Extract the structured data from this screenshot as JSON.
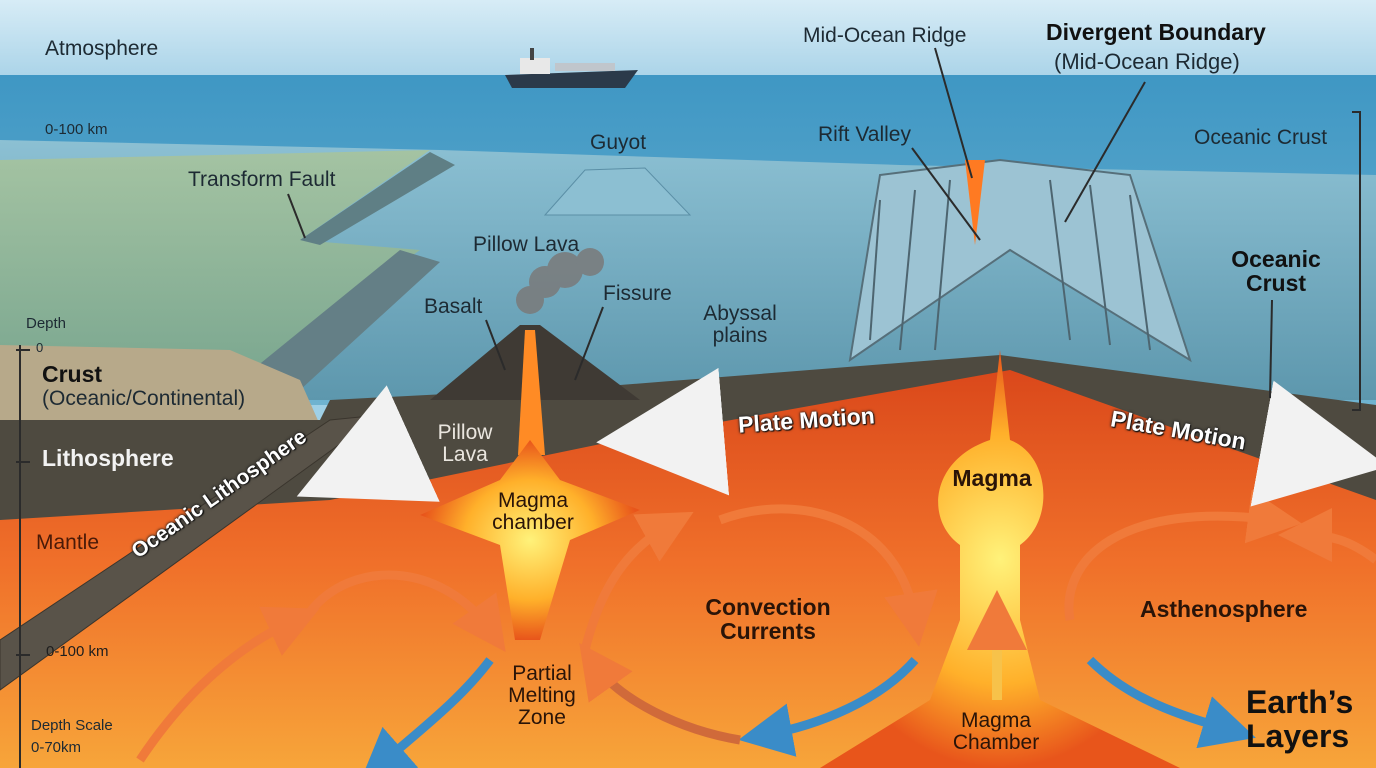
{
  "labels": {
    "atmosphere": "Atmosphere",
    "mid_ocean_ridge": "Mid-Ocean Ridge",
    "divergent_boundary": "Divergent Boundary",
    "divergent_boundary_sub": "(Mid-Ocean Ridge)",
    "depth_0_100_top": "0-100 km",
    "guyot": "Guyot",
    "rift_valley": "Rift Valley",
    "oceanic_crust_top": "Oceanic Crust",
    "transform_fault": "Transform Fault",
    "pillow_lava_top": "Pillow Lava",
    "oceanic_crust_right_l1": "Oceanic",
    "oceanic_crust_right_l2": "Crust",
    "depth": "Depth",
    "depth_zero": "0",
    "basalt": "Basalt",
    "fissure": "Fissure",
    "abyssal_l1": "Abyssal",
    "abyssal_l2": "plains",
    "crust": "Crust",
    "crust_sub": "(Oceanic/Continental)",
    "pillow_lava_low_l1": "Pillow",
    "pillow_lava_low_l2": "Lava",
    "plate_motion_left": "Plate Motion",
    "plate_motion_right": "Plate Motion",
    "lithosphere": "Lithosphere",
    "oceanic_lithosphere": "Oceanic Lithosphere",
    "magma": "Magma",
    "magma_chamber_upper_l1": "Magma",
    "magma_chamber_upper_l2": "chamber",
    "mantle": "Mantle",
    "convection_l1": "Convection",
    "convection_l2": "Currents",
    "asthenosphere": "Asthenosphere",
    "depth_0_100_low": "0-100 km",
    "partial_l1": "Partial",
    "partial_l2": "Melting",
    "partial_l3": "Zone",
    "earths_l1": "Earth’s",
    "earths_l2": "Layers",
    "depth_scale_l1": "Depth Scale",
    "depth_scale_l2": "0-70km",
    "magma_chamber_low_l1": "Magma",
    "magma_chamber_low_l2": "Chamber"
  },
  "icons": [
    "ship-icon",
    "arrow-left-icon",
    "arrow-right-icon",
    "smoke-plume-icon"
  ],
  "colors": {
    "sky": "#cfe6f2",
    "ocean": "#4fa0c8",
    "seafloor": "#7fb7cc",
    "lithosphere": "#4e4a40",
    "mantle": "#e85a1c",
    "magma": "#ffb02a",
    "continent": "#b7a98a"
  }
}
